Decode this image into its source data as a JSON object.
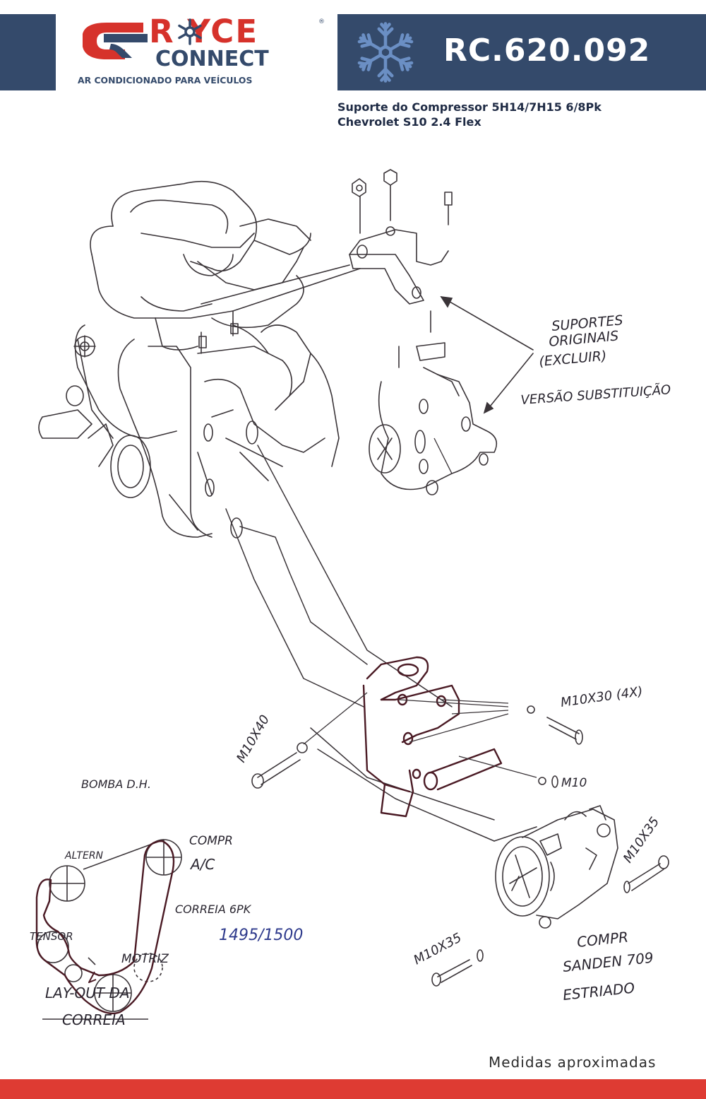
{
  "brand": {
    "word_royce": "R   YCE",
    "word_connect": "CONNECT",
    "tagline": "AR CONDICIONADO PARA VEÍCULOS",
    "registered": "®",
    "colors": {
      "navy": "#344a6b",
      "red": "#d6322b",
      "snow": "#6b8fc4"
    }
  },
  "header": {
    "code": "RC.620.092",
    "icon": "snowflake-icon"
  },
  "product": {
    "line1": "Suporte do Compressor 5H14/7H15 6/8Pk",
    "line2": "Chevrolet S10 2.4 Flex"
  },
  "drawing": {
    "annotations": {
      "suportes": "SUPORTES",
      "originais": "ORIGINAIS",
      "excluir": "(EXCLUIR)",
      "versao": "VERSÃO SUBSTITUIÇÃO",
      "m10x30": "M10X30 (4X)",
      "m10x40": "M10X40",
      "m10": "M10",
      "m10x35_a": "M10X35",
      "m10x35_b": "M10X35",
      "compr_sanden_1": "COMPR",
      "compr_sanden_2": "SANDEN 709",
      "compr_sanden_3": "ESTRIADO"
    },
    "belt_layout": {
      "bomba": "BOMBA D.H.",
      "altern": "ALTERN",
      "compr_1": "COMPR",
      "compr_2": "A/C",
      "tensor": "TENSOR",
      "motriz": "MOTRIZ",
      "correia": "CORREIA 6PK",
      "length": "1495/1500",
      "title_1": "LAY-OUT DA",
      "title_2": "CORREIA"
    }
  },
  "footer": {
    "note": "Medidas aproximadas",
    "bar_color": "#de3b33"
  }
}
